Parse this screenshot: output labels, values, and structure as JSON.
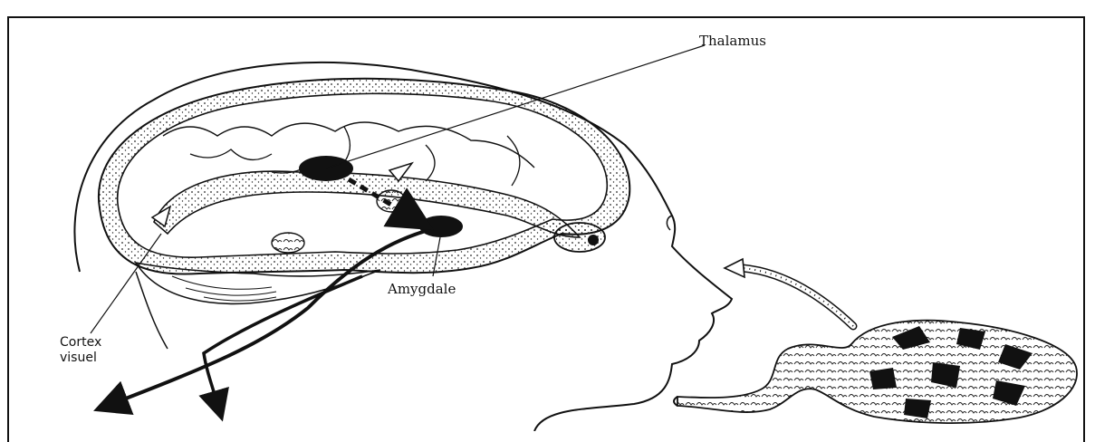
{
  "labels": {
    "thalamus": "Thalamus",
    "amygdale": "Amygdale",
    "cortex_line1": "Cortex",
    "cortex_line2": "visuel"
  },
  "colors": {
    "ink": "#111111",
    "background": "#ffffff"
  }
}
